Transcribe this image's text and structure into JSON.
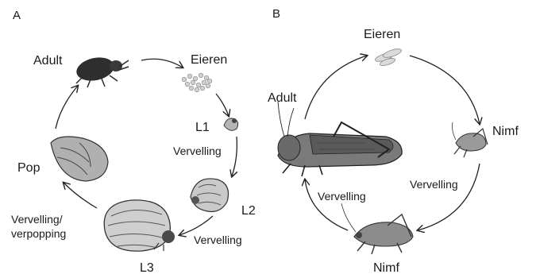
{
  "panel_a": {
    "letter": "A",
    "labels": {
      "adult": "Adult",
      "eggs": "Eieren",
      "l1": "L1",
      "l2": "L2",
      "l3": "L3",
      "pupa": "Pop"
    },
    "molts": {
      "l1_l2": "Vervelling",
      "l2_l3": "Vervelling",
      "l3_pupa_line1": "Vervelling/",
      "l3_pupa_line2": "verpopping"
    }
  },
  "panel_b": {
    "letter": "B",
    "labels": {
      "eggs": "Eieren",
      "nymph_right": "Nimf",
      "nymph_bottom": "Nimf",
      "adult": "Adult"
    },
    "molts": {
      "right": "Vervelling",
      "left": "Vervelling"
    }
  },
  "colors": {
    "ink": "#1a1a1a",
    "egg_fill": "#d8d8d8",
    "body_shade": "#3a3a3a",
    "light_shade": "#9a9a9a"
  }
}
